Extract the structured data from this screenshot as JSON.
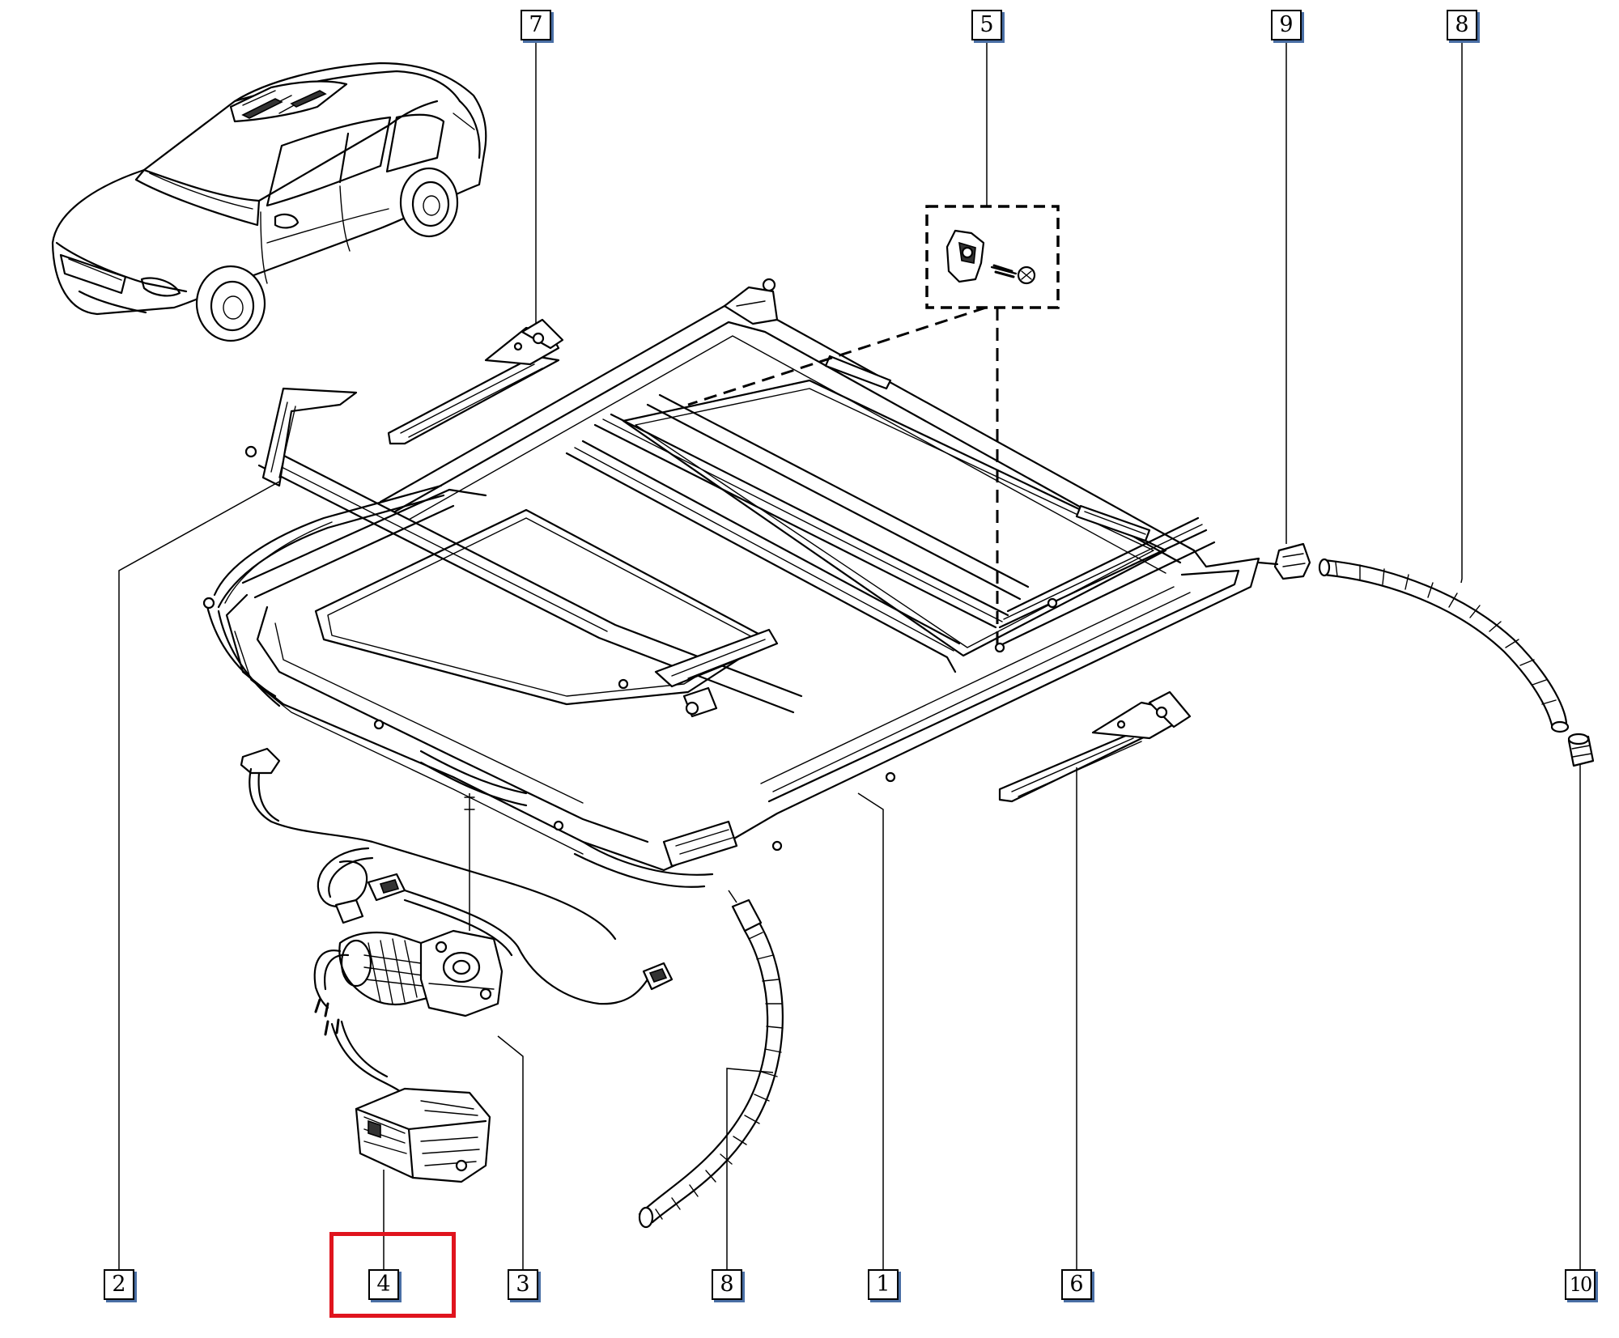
{
  "callouts": [
    {
      "id": "c7",
      "label": "7"
    },
    {
      "id": "c5",
      "label": "5"
    },
    {
      "id": "c9",
      "label": "9"
    },
    {
      "id": "c8top",
      "label": "8"
    },
    {
      "id": "c2",
      "label": "2"
    },
    {
      "id": "c4",
      "label": "4"
    },
    {
      "id": "c3",
      "label": "3"
    },
    {
      "id": "c8bot",
      "label": "8"
    },
    {
      "id": "c1",
      "label": "1"
    },
    {
      "id": "c6",
      "label": "6"
    },
    {
      "id": "c10",
      "label": "10"
    }
  ],
  "highlight": {
    "target": "4",
    "color": "#e0141e"
  },
  "callout_shadow_color": "#4a6fa5",
  "line_color": "#000000"
}
